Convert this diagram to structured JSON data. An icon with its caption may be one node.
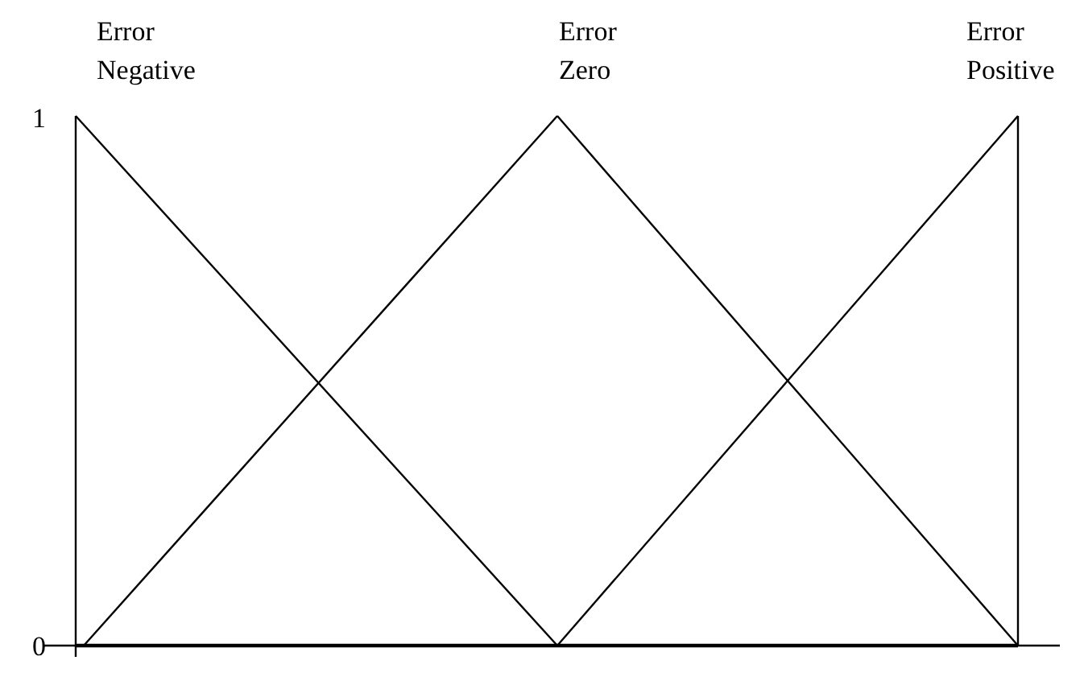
{
  "diagram": {
    "labels": [
      "Error Negative",
      "Error Zero",
      "Error Positive",
      "1",
      "0"
    ]
  }
}
